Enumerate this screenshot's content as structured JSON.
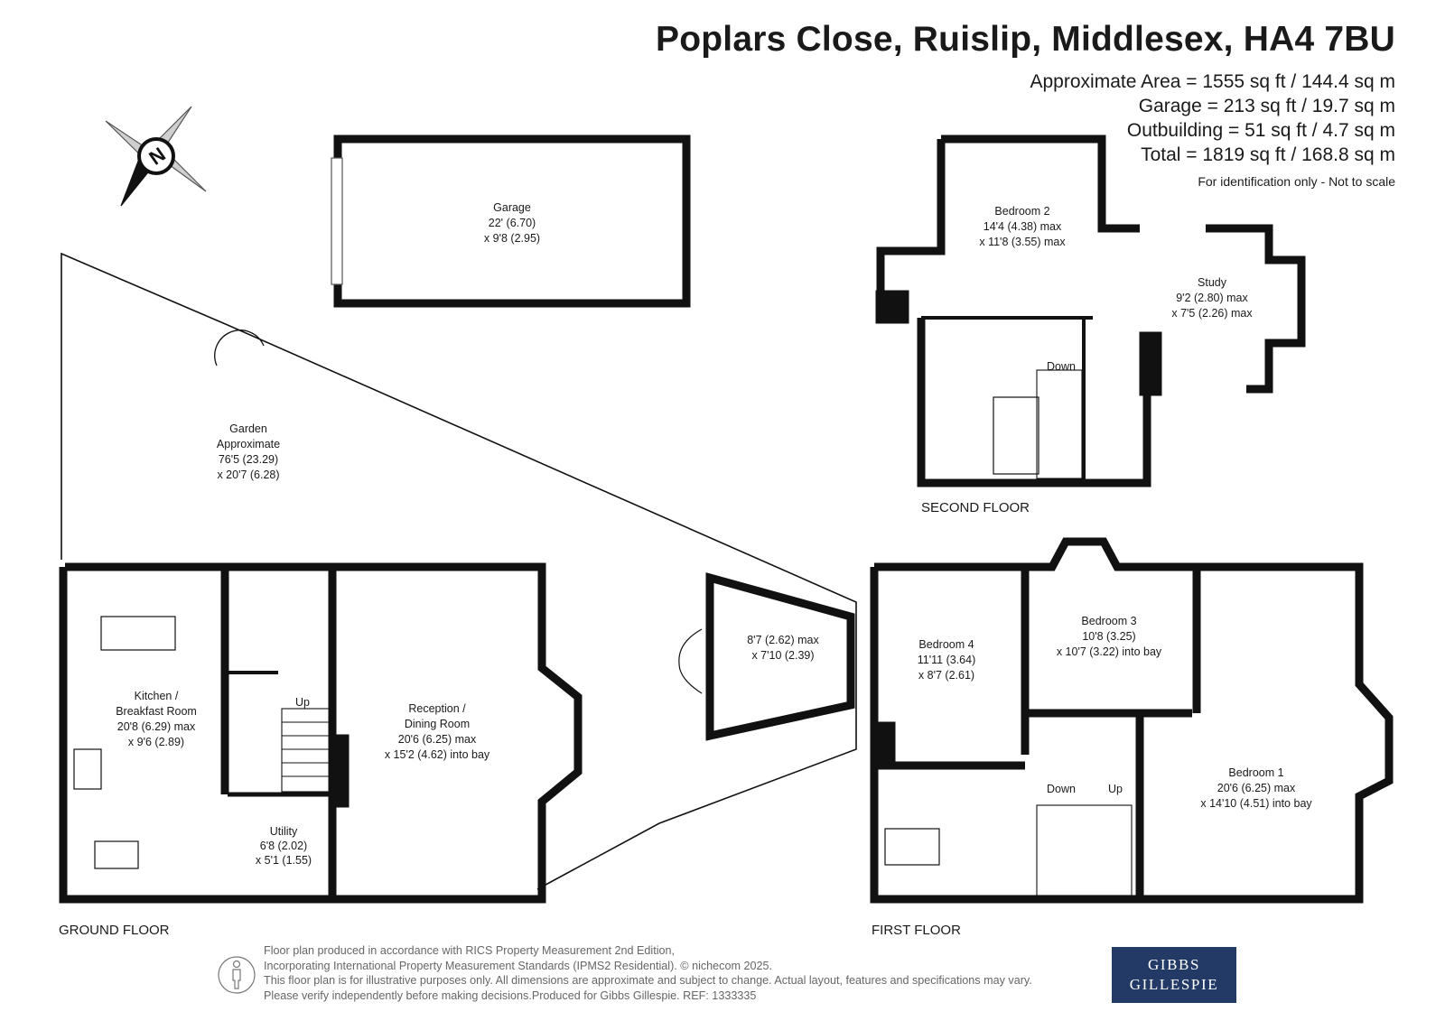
{
  "header": {
    "title": "Poplars Close, Ruislip, Middlesex, HA4 7BU",
    "areas": [
      "Approximate Area = 1555 sq ft / 144.4 sq m",
      "Garage = 213 sq ft / 19.7 sq m",
      "Outbuilding = 51 sq ft / 4.7 sq m",
      "Total = 1819 sq ft / 168.8 sq m"
    ],
    "note": "For identification only - Not to scale"
  },
  "compass": {
    "label": "N"
  },
  "floors": {
    "ground": "GROUND FLOOR",
    "first": "FIRST FLOOR",
    "second": "SECOND FLOOR"
  },
  "rooms": {
    "garage": [
      "Garage",
      "22' (6.70)",
      "x 9'8 (2.95)"
    ],
    "garden": [
      "Garden",
      "Approximate",
      "76'5 (23.29)",
      "x 20'7 (6.28)"
    ],
    "kitchen": [
      "Kitchen /",
      "Breakfast Room",
      "20'8 (6.29) max",
      "x 9'6 (2.89)"
    ],
    "reception": [
      "Reception /",
      "Dining Room",
      "20'6 (6.25) max",
      "x 15'2 (4.62) into bay"
    ],
    "utility": [
      "Utility",
      "6'8 (2.02)",
      "x 5'1 (1.55)"
    ],
    "outbuilding": [
      "8'7 (2.62) max",
      "x 7'10 (2.39)"
    ],
    "bedroom2": [
      "Bedroom 2",
      "14'4 (4.38) max",
      "x 11'8 (3.55) max"
    ],
    "study": [
      "Study",
      "9'2 (2.80) max",
      "x 7'5 (2.26) max"
    ],
    "bedroom4": [
      "Bedroom 4",
      "11'11 (3.64)",
      "x 8'7 (2.61)"
    ],
    "bedroom3": [
      "Bedroom 3",
      "10'8 (3.25)",
      "x 10'7 (3.22) into bay"
    ],
    "bedroom1": [
      "Bedroom 1",
      "20'6 (6.25) max",
      "x 14'10 (4.51) into bay"
    ]
  },
  "stairs": {
    "ground_up": "Up",
    "second_down": "Down",
    "first_down": "Down",
    "first_up": "Up"
  },
  "footer": {
    "disclaimer": [
      "Floor plan produced in accordance with RICS Property Measurement 2nd Edition,",
      "Incorporating International Property Measurement Standards (IPMS2 Residential).  © nichecom 2025.",
      "This floor plan is for illustrative purposes only. All dimensions are approximate and subject to change. Actual layout, features and specifications may vary.",
      "Please verify independently before making decisions.Produced for Gibbs Gillespie.   REF:  1333335"
    ],
    "logo": [
      "GIBBS",
      "GILLESPIE"
    ]
  }
}
